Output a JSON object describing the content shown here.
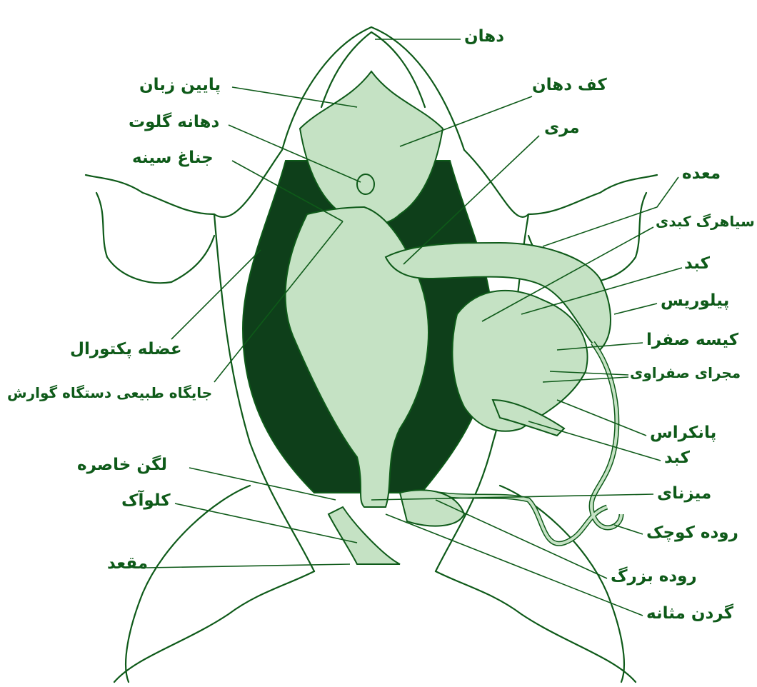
{
  "colors": {
    "ink": "#0e5a19",
    "organ_fill": "#c5e2c4",
    "cavity_dark": "#0e3f1a",
    "background": "#ffffff"
  },
  "labels": {
    "mouth": "دهان",
    "tongue_base": "پایین زبان",
    "mouth_floor": "کف دهان",
    "glottis": "دهانه گلوت",
    "esophagus": "مری",
    "sternum": "جناغ سینه",
    "stomach": "معده",
    "hepatic_vein": "سیاهرگ کبدی",
    "liver_top": "کبد",
    "pylorus": "پیلوریس",
    "gall_bladder": "کیسه صفرا",
    "bile_ducts": "مجرای صفراوی",
    "pectoral_muscle": "عضله پکتورال",
    "digestive_site": "جایگاه طبیعی دستگاه گوارش",
    "pancreas": "پانکراس",
    "liver_bottom": "کبد",
    "pelvic_girdle": "لگن خاصره",
    "mesentery": "میزنای",
    "cloaca": "کلوآک",
    "small_intestine": "روده کوچک",
    "anus": "مقعد",
    "large_intestine": "روده بزرگ",
    "bladder_neck": "گردن مثانه"
  }
}
